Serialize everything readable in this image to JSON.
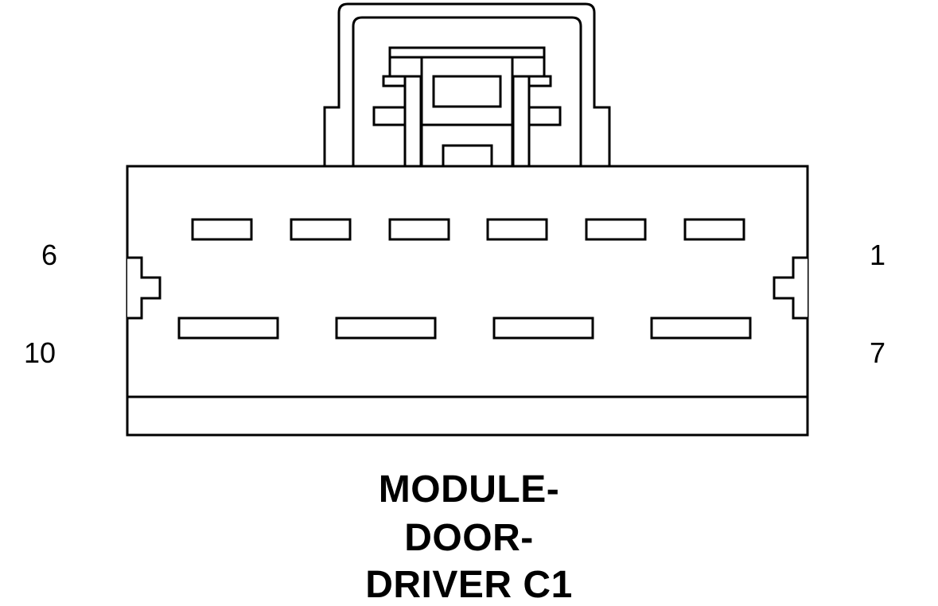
{
  "pin_labels": {
    "top_left": "6",
    "bottom_left": "10",
    "top_right": "1",
    "bottom_right": "7"
  },
  "title_lines": [
    "MODULE-",
    "DOOR-",
    "DRIVER C1"
  ],
  "colors": {
    "stroke": "#000000",
    "fill": "#ffffff"
  }
}
